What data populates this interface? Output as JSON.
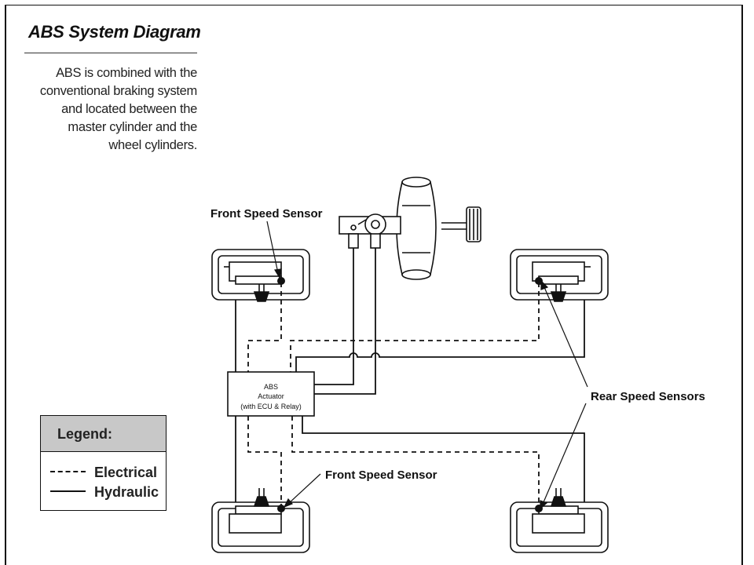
{
  "header": {
    "title": "ABS System Diagram"
  },
  "description": {
    "lines": [
      "ABS is combined with the",
      "conventional braking system",
      "and located between the",
      "master cylinder and the",
      "wheel cylinders."
    ]
  },
  "legend": {
    "heading": "Legend:",
    "electrical": "Electrical",
    "hydraulic": "Hydraulic"
  },
  "diagram": {
    "labels": {
      "front_top": "Front Speed Sensor",
      "front_bottom": "Front Speed Sensor",
      "rear": "Rear Speed Sensors"
    },
    "actuator": {
      "line1": "ABS",
      "line2": "Actuator",
      "line3": "(with ECU & Relay)"
    }
  }
}
